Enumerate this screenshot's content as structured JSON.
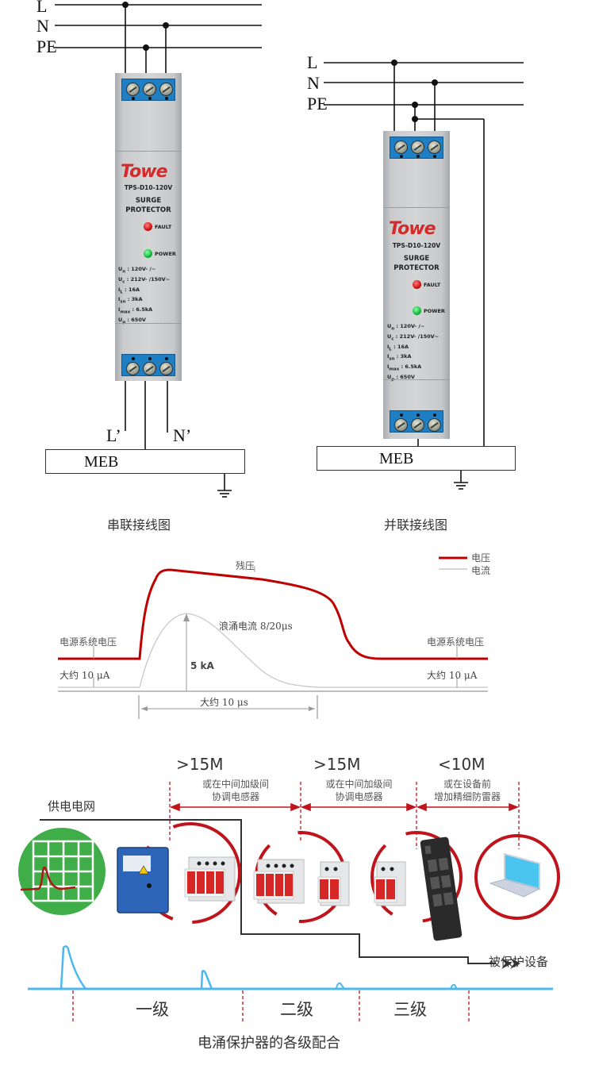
{
  "series_diagram": {
    "wires": [
      "L",
      "N",
      "PE"
    ],
    "outputs": [
      "L’",
      "N’"
    ],
    "bus_label": "MEB",
    "caption": "串联接线图"
  },
  "parallel_diagram": {
    "wires": [
      "L",
      "N",
      "PE"
    ],
    "bus_label": "MEB",
    "caption": "并联接线图"
  },
  "device": {
    "brand": "Towe",
    "model": "TPS-D10-120V",
    "title_line1": "SURGE",
    "title_line2": "PROTECTOR",
    "fault_label": "FAULT",
    "power_label": "POWER",
    "specs": [
      {
        "sym": "U",
        "sub": "n",
        "value": ": 120V- /~"
      },
      {
        "sym": "U",
        "sub": "c",
        "value": ": 212V- /150V~"
      },
      {
        "sym": "I",
        "sub": "L",
        "value": ": 16A"
      },
      {
        "sym": "I",
        "sub": "sn",
        "value": ": 3kA"
      },
      {
        "sym": "I",
        "sub": "max",
        "value": ": 6.5kA"
      },
      {
        "sym": "U",
        "sub": "p",
        "value": ": 650V"
      }
    ],
    "colors": {
      "logo": "#d42a2a",
      "terminal": "#1f7fc4",
      "fault_led": "#d01010",
      "power_led": "#14b83c"
    }
  },
  "chart_data": {
    "type": "line",
    "title": "",
    "legend": {
      "position": "top-right",
      "entries": [
        "电压",
        "电流"
      ]
    },
    "series": [
      {
        "name": "电压",
        "color": "#c00000",
        "description_points": [
          [
            0,
            0.1
          ],
          [
            10,
            0.1
          ],
          [
            11,
            0.92
          ],
          [
            13,
            0.97
          ],
          [
            20,
            0.85
          ],
          [
            25,
            0.78
          ],
          [
            27,
            0.15
          ],
          [
            30,
            0.1
          ],
          [
            50,
            0.1
          ]
        ]
      },
      {
        "name": "电流",
        "color": "#c8c8c8",
        "description_points": [
          [
            0,
            0
          ],
          [
            10,
            0
          ],
          [
            14,
            5
          ],
          [
            20,
            2
          ],
          [
            26,
            0
          ],
          [
            50,
            0
          ]
        ]
      }
    ],
    "annotations": {
      "residual_voltage": "残压",
      "surge_current": "浪涌电流 8/20μs",
      "peak_current": "5 kA",
      "system_voltage_left": "电源系统电压",
      "system_voltage_right": "电源系统电压",
      "leak_left": "大约 10 μA",
      "leak_right": "大约 10 μA",
      "duration": "大约 10 μs"
    }
  },
  "coordination": {
    "grid_label": "供电电网",
    "stages": [
      {
        "distance": ">15M",
        "note_line1": "或在中间加级间",
        "note_line2": "协调电感器"
      },
      {
        "distance": ">15M",
        "note_line1": "或在中间加级间",
        "note_line2": "协调电感器"
      },
      {
        "distance": "<10M",
        "note_line1": "或在设备前",
        "note_line2": "增加精细防雷器"
      }
    ],
    "protected_label": "被保护设备",
    "levels": [
      "一级",
      "二级",
      "三级"
    ],
    "caption": "电涌保护器的各级配合",
    "colors": {
      "accent": "#c0141c",
      "wave": "#4cb8ee",
      "line": "#333333",
      "monitor": "#3fae49"
    }
  }
}
